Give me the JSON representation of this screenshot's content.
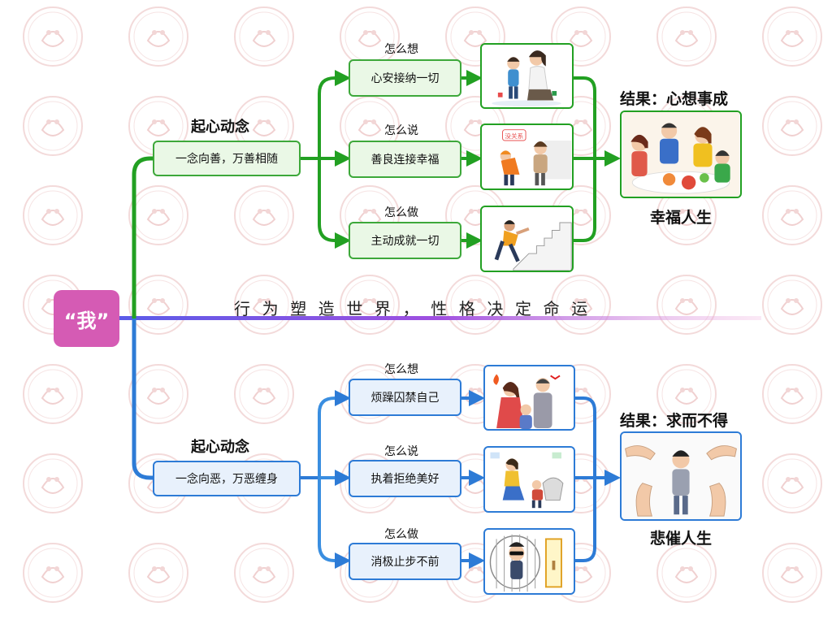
{
  "center": {
    "label": "“我”"
  },
  "midline": {
    "caption": "行为塑造世界，性格决定命运"
  },
  "positive": {
    "heading": "起心动念",
    "root": "一念向善，万善相随",
    "branches": [
      {
        "title": "怎么想",
        "box": "心安接纳一切"
      },
      {
        "title": "怎么说",
        "box": "善良连接幸福"
      },
      {
        "title": "怎么做",
        "box": "主动成就一切"
      }
    ],
    "result_title": "结果：心想事成",
    "result_name": "幸福人生",
    "picture_text": "没关系"
  },
  "negative": {
    "heading": "起心动念",
    "root": "一念向恶，万恶缠身",
    "branches": [
      {
        "title": "怎么想",
        "box": "烦躁囚禁自己"
      },
      {
        "title": "怎么说",
        "box": "执着拒绝美好"
      },
      {
        "title": "怎么做",
        "box": "消极止步不前"
      }
    ],
    "result_title": "结果：求而不得",
    "result_name": "悲催人生"
  },
  "colors": {
    "green": "#22a022",
    "blue": "#2d7bd6",
    "pink": "#d55bb4",
    "purple": "#8a4fe0"
  }
}
